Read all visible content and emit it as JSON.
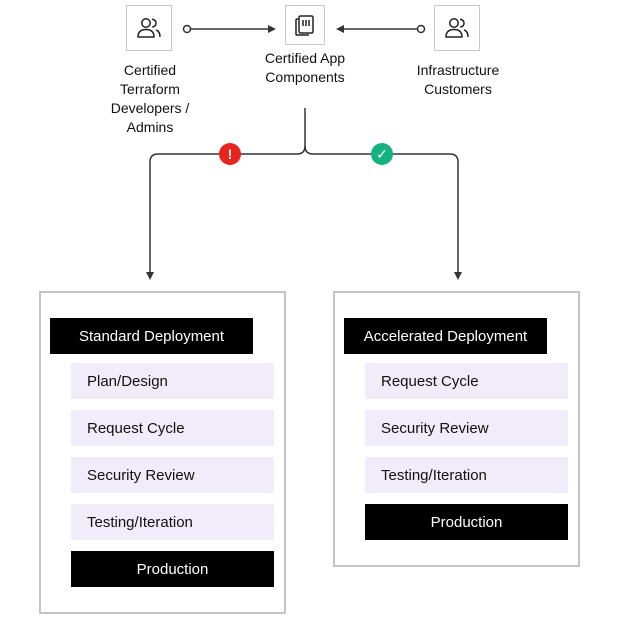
{
  "actors": {
    "developers": {
      "label_lines": [
        "Certified",
        "Terraform",
        "Developers /",
        "Admins"
      ],
      "icon": "users-icon"
    },
    "components": {
      "label_lines": [
        "Certified App",
        "Components"
      ],
      "icon": "document-stack-icon"
    },
    "customers": {
      "label_lines": [
        "Infrastructure",
        "Customers"
      ],
      "icon": "users-icon"
    }
  },
  "status": {
    "left": {
      "icon": "alert-icon",
      "symbol": "!",
      "color": "#e8241e"
    },
    "right": {
      "icon": "check-icon",
      "symbol": "✓",
      "color": "#14b27f"
    }
  },
  "standard": {
    "title": "Standard Deployment",
    "steps": [
      "Plan/Design",
      "Request Cycle",
      "Security Review",
      "Testing/Iteration"
    ],
    "final": "Production"
  },
  "accelerated": {
    "title": "Accelerated Deployment",
    "steps": [
      "Request Cycle",
      "Security Review",
      "Testing/Iteration"
    ],
    "final": "Production"
  },
  "colors": {
    "step_fill": "#f1ecfa",
    "title_fill": "#000000",
    "panel_border": "#c4c4c4",
    "connector": "#333333"
  }
}
